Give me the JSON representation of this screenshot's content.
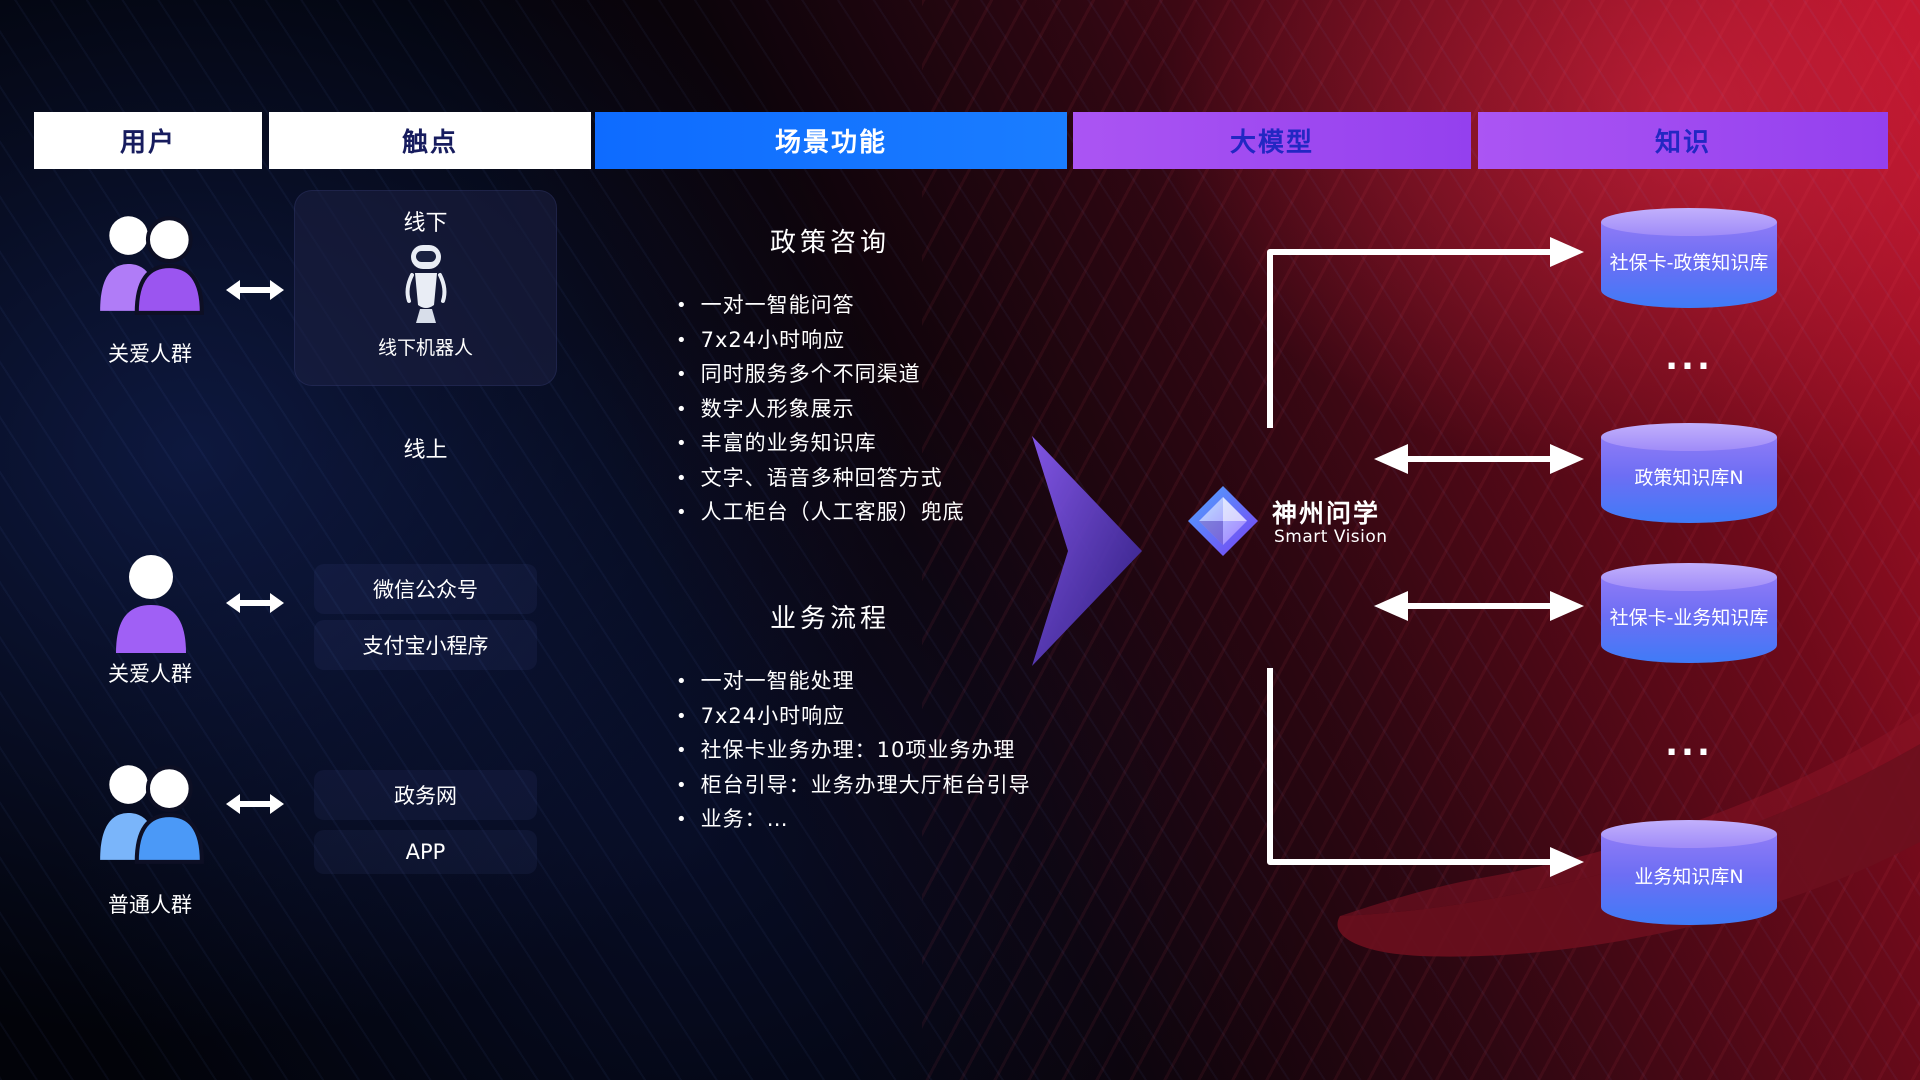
{
  "headers": [
    {
      "label": "用户"
    },
    {
      "label": "触点"
    },
    {
      "label": "场景功能"
    },
    {
      "label": "大模型"
    },
    {
      "label": "知识"
    }
  ],
  "users": [
    {
      "label": "关爱人群"
    },
    {
      "label": "关爱人群"
    },
    {
      "label": "普通人群"
    }
  ],
  "touchpoints": {
    "offline": {
      "title": "线下",
      "robot_label": "线下机器人"
    },
    "online_title": "线上",
    "channels": [
      "微信公众号",
      "支付宝小程序",
      "政务网",
      "APP"
    ]
  },
  "scenes": [
    {
      "title": "政策咨询",
      "bullets": [
        "一对一智能问答",
        "7x24小时响应",
        "同时服务多个不同渠道",
        "数字人形象展示",
        "丰富的业务知识库",
        "文字、语音多种回答方式",
        "人工柜台（人工客服）兜底"
      ]
    },
    {
      "title": "业务流程",
      "bullets": [
        "一对一智能处理",
        "7x24小时响应",
        "社保卡业务办理：10项业务办理",
        "柜台引导：业务办理大厅柜台引导",
        "业务：…"
      ]
    }
  ],
  "model": {
    "name": "神州问学",
    "subtitle": "Smart Vision"
  },
  "knowledge": {
    "databases": [
      {
        "label": "社保卡-政策知识库"
      },
      {
        "label": "政策知识库N"
      },
      {
        "label": "社保卡-业务知识库"
      },
      {
        "label": "业务知识库N"
      }
    ],
    "ellipsis": "..."
  },
  "colors": {
    "header_blue": "#1677ff",
    "header_purple": "#9a44ef",
    "accent_purple_person": "#9b55f0",
    "accent_blue_person": "#4b99f7",
    "cylinder_top": "#b3a0fa",
    "cylinder_bottom": "#3f7bf7",
    "background_red": "#a01225",
    "background_navy": "#0c1430"
  }
}
